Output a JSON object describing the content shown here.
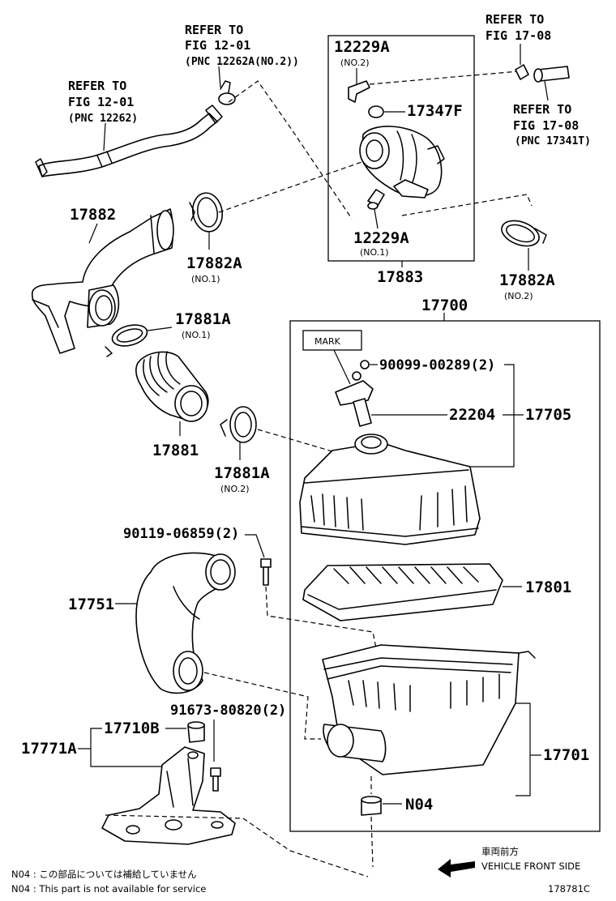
{
  "refer_fig_12_01_a": {
    "line1": "REFER TO",
    "line2": "FIG 12-01",
    "line3": "(PNC 12262)"
  },
  "refer_fig_12_01_b": {
    "line1": "REFER TO",
    "line2": "FIG 12-01",
    "line3": "(PNC 12262A(NO.2))"
  },
  "refer_fig_17_08_a": {
    "line1": "REFER TO",
    "line2": "FIG 17-08"
  },
  "refer_fig_17_08_b": {
    "line1": "REFER TO",
    "line2": "FIG 17-08",
    "line3": "(PNC 17341T)"
  },
  "parts": {
    "p12229A_no2": {
      "number": "12229A",
      "sub": "(NO.2)"
    },
    "p17347F": {
      "number": "17347F"
    },
    "p12229A_no1": {
      "number": "12229A",
      "sub": "(NO.1)"
    },
    "p17883": {
      "number": "17883"
    },
    "p17882": {
      "number": "17882"
    },
    "p17882A_no1": {
      "number": "17882A",
      "sub": "(NO.1)"
    },
    "p17882A_no2": {
      "number": "17882A",
      "sub": "(NO.2)"
    },
    "p17881A_no1": {
      "number": "17881A",
      "sub": "(NO.1)"
    },
    "p17881": {
      "number": "17881"
    },
    "p17881A_no2": {
      "number": "17881A",
      "sub": "(NO.2)"
    },
    "p17700": {
      "number": "17700"
    },
    "mark": {
      "label": "MARK"
    },
    "p90099": {
      "number": "90099-00289(2)"
    },
    "p22204": {
      "number": "22204"
    },
    "p17705": {
      "number": "17705"
    },
    "p90119": {
      "number": "90119-06859(2)"
    },
    "p17751": {
      "number": "17751"
    },
    "p17801": {
      "number": "17801"
    },
    "p91673": {
      "number": "91673-80820(2)"
    },
    "p17710B": {
      "number": "17710B"
    },
    "p17771A": {
      "number": "17771A"
    },
    "p17701": {
      "number": "17701"
    },
    "pN04": {
      "number": "N04"
    }
  },
  "footer": {
    "note_jp": "N04 : この部品については補給していません",
    "note_en": "N04 : This part is not available for service",
    "direction_jp": "車両前方",
    "direction_en": "VEHICLE FRONT SIDE",
    "figure_id": "178781C"
  }
}
